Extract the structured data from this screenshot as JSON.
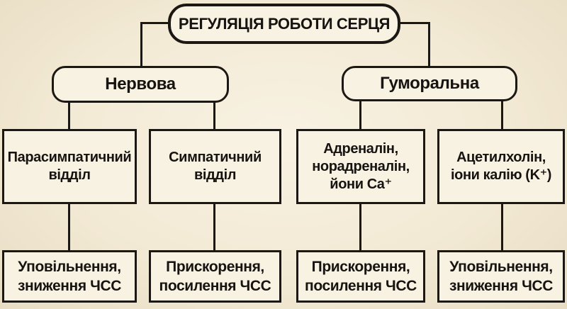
{
  "colors": {
    "background": "#f3ead5",
    "background_edge": "#e8ddc4",
    "paper": "#f8f2e3",
    "ink": "#1b1713",
    "text": "#171310"
  },
  "title": {
    "label": "РЕГУЛЯЦІЯ РОБОТИ СЕРЦЯ"
  },
  "branches": [
    {
      "label": "Нервова"
    },
    {
      "label": "Гуморальна"
    }
  ],
  "factors": [
    {
      "label": "Парасимпатичний\nвідділ"
    },
    {
      "label": "Симпатичний\nвідділ"
    },
    {
      "label": "Адреналін,\nнорадреналін,\nйони Ca⁺"
    },
    {
      "label": "Ацетилхолін,\nіони калію (K⁺)"
    }
  ],
  "effects": [
    {
      "label": "Уповільнення,\nзниження ЧСС"
    },
    {
      "label": "Прискорення,\nпосилення ЧСС"
    },
    {
      "label": "Прискорення,\nпосилення ЧСС"
    },
    {
      "label": "Уповільнення,\nзниження ЧСС"
    }
  ]
}
